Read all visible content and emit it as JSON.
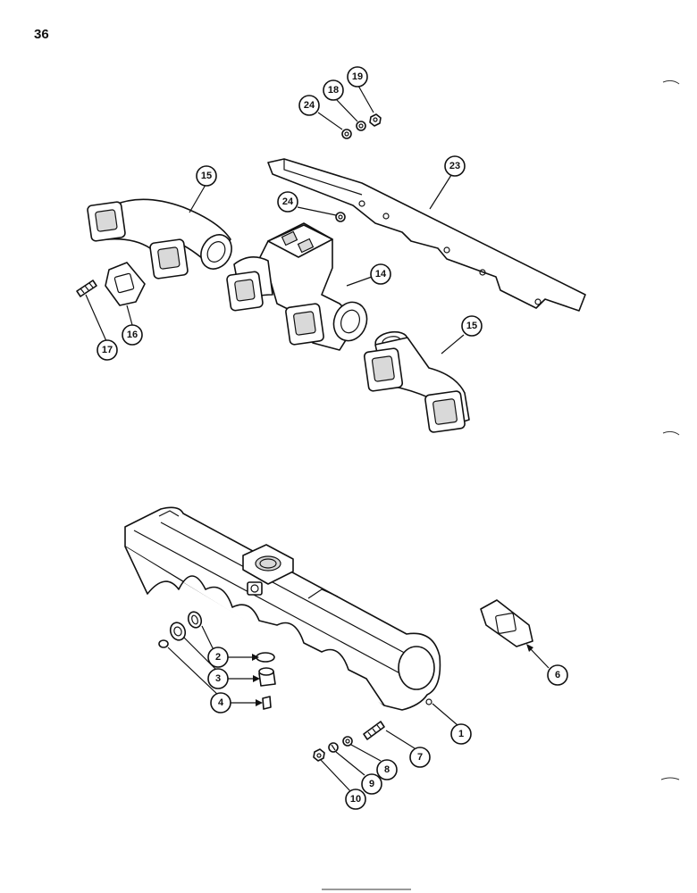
{
  "page": {
    "number": "36"
  },
  "callouts": {
    "c1": "1",
    "c2": "2",
    "c3": "3",
    "c4": "4",
    "c6": "6",
    "c7": "7",
    "c8": "8",
    "c9": "9",
    "c10": "10",
    "c14": "14",
    "c15a": "15",
    "c15b": "15",
    "c16": "16",
    "c17": "17",
    "c18": "18",
    "c19": "19",
    "c23": "23",
    "c24a": "24",
    "c24b": "24"
  }
}
